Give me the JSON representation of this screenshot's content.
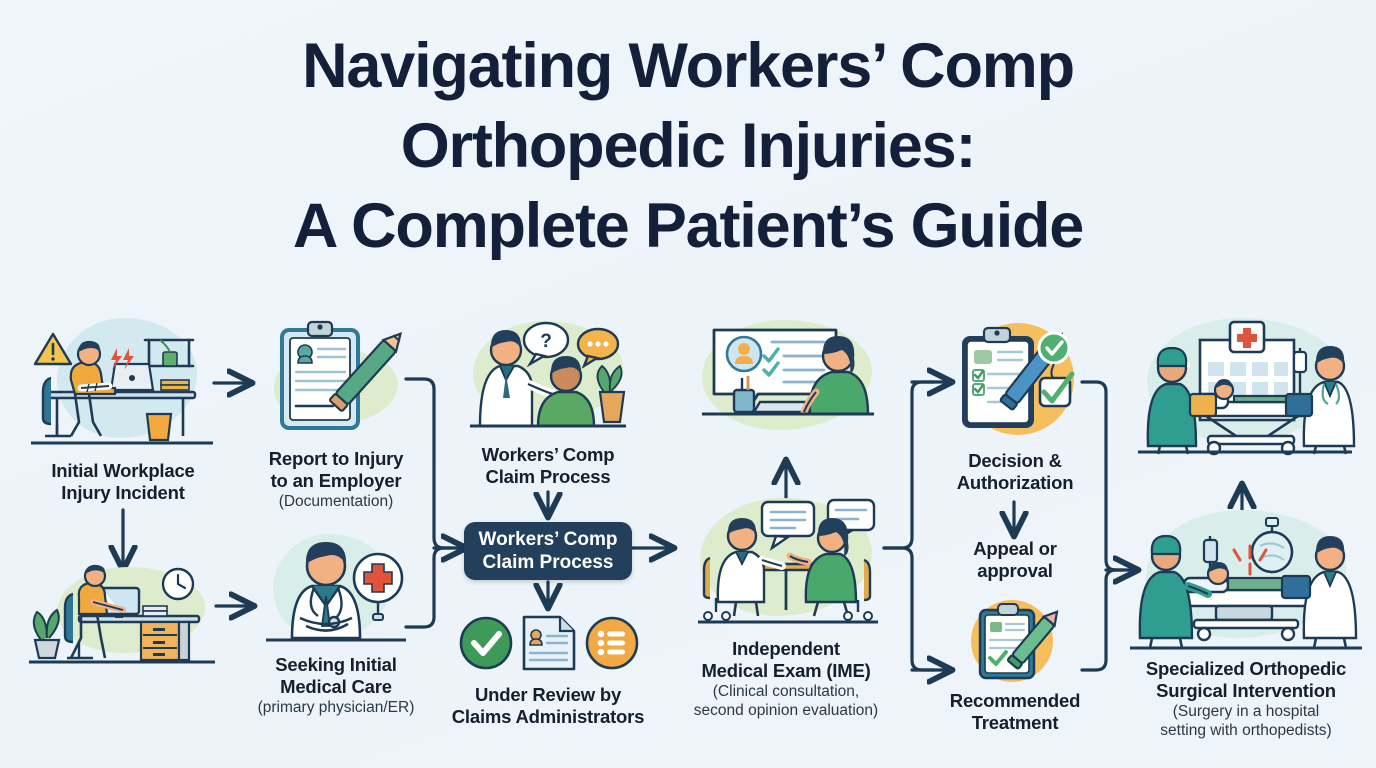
{
  "title": {
    "line1": "Navigating Workers’ Comp",
    "line2": "Orthopedic Injuries:",
    "line3": "A Complete Patient’s Guide"
  },
  "colors": {
    "background": "#eef5fa",
    "title_text": "#14203a",
    "label_text": "#15202e",
    "sublabel_text": "#2b3845",
    "connector": "#1d3b55",
    "pill_background": "#22405c",
    "pill_text": "#ffffff",
    "blob_green": "#ddeccd",
    "blob_mint": "#d8eee9",
    "blob_blue": "#d2e9ef",
    "blob_amber": "#f6bf5d",
    "accent_green": "#3d9a58",
    "accent_orange": "#f0a945",
    "accent_red": "#e0543c",
    "accent_teal": "#2e9c93",
    "scrub_teal": "#2f9e91",
    "coat_white": "#ffffff",
    "skin": "#f2b183",
    "shirt_orange": "#f0a93c",
    "shirt_green": "#4fa86a"
  },
  "nodes": {
    "injury_incident": {
      "label": "Initial Workplace\nInjury Incident",
      "label_line1": "Initial Workplace",
      "label_line2": "Injury Incident",
      "sublabel": "",
      "icons": [
        "warning-triangle-icon",
        "lightning-pain-icon",
        "laptop-icon",
        "desk-icon",
        "office-chair-icon"
      ]
    },
    "workstation": {
      "label": "",
      "sublabel": "",
      "icons": [
        "desk-icon",
        "monitor-icon",
        "clock-icon",
        "potted-plant-icon",
        "drawer-cabinet-icon"
      ]
    },
    "report_employer": {
      "label_line1": "Report to Injury",
      "label_line2": "to an Employer",
      "sublabel": "(Documentation)",
      "icons": [
        "clipboard-icon",
        "pencil-icon",
        "person-record-icon"
      ]
    },
    "initial_care": {
      "label_line1": "Seeking Initial",
      "label_line2": "Medical Care",
      "sublabel": "(primary physician/ER)",
      "icons": [
        "doctor-icon",
        "stethoscope-icon",
        "medical-cross-icon"
      ]
    },
    "claim_process_top": {
      "label_line1": "Workers’ Comp",
      "label_line2": "Claim Process",
      "sublabel": "",
      "icons": [
        "doctor-icon",
        "patient-icon",
        "question-bubble-icon",
        "chat-bubble-icon",
        "potted-plant-icon"
      ]
    },
    "claim_process_pill": {
      "label_line1": "Workers’ Comp",
      "label_line2": "Claim Process"
    },
    "under_review": {
      "label_line1": "Under Review by",
      "label_line2": "Claims Administrators",
      "sublabel": "",
      "icons": [
        "check-circle-icon",
        "document-person-icon",
        "list-circle-icon"
      ]
    },
    "claim_review_screen": {
      "label": "",
      "sublabel": "",
      "icons": [
        "profile-card-icon",
        "checklist-icon",
        "person-icon",
        "desk-lamp-icon"
      ]
    },
    "ime": {
      "label_line1": "Independent",
      "label_line2": "Medical Exam (IME)",
      "sublabel_line1": "(Clinical consultation,",
      "sublabel_line2": "second opinion evaluation)",
      "icons": [
        "doctor-icon",
        "patient-icon",
        "chat-bubble-icon",
        "table-icon"
      ]
    },
    "decision_auth": {
      "label_line1": "Decision &",
      "label_line2": "Authorization",
      "sublabel": "",
      "icons": [
        "clipboard-icon",
        "pencil-icon",
        "check-circle-icon",
        "check-box-icon"
      ]
    },
    "appeal_approval": {
      "label_line1": "Appeal or",
      "label_line2": "approval",
      "sublabel": ""
    },
    "recommended_treatment": {
      "label_line1": "Recommended",
      "label_line2": "Treatment",
      "sublabel": "",
      "icons": [
        "clipboard-icon",
        "pencil-icon",
        "check-icon"
      ]
    },
    "hospital_care": {
      "label": "",
      "sublabel": "",
      "icons": [
        "hospital-building-icon",
        "medical-cross-icon",
        "gurney-icon",
        "nurse-icon",
        "doctor-icon",
        "iv-drip-icon"
      ]
    },
    "surgery": {
      "label_line1": "Specialized Orthopedic",
      "label_line2": "Surgical Intervention",
      "sublabel_line1": "(Surgery in a hospital",
      "sublabel_line2": "setting with orthopedists)",
      "icons": [
        "surgeon-icon",
        "patient-bed-icon",
        "iv-drip-icon",
        "surgical-lamp-icon",
        "doctor-tablet-icon",
        "pain-spark-icon"
      ]
    }
  },
  "flow": {
    "steps_order": [
      "injury_incident",
      "workstation",
      "report_employer",
      "initial_care",
      "claim_process_top",
      "claim_process_pill",
      "under_review",
      "claim_review_screen",
      "ime",
      "decision_auth",
      "appeal_approval",
      "recommended_treatment",
      "hospital_care",
      "surgery"
    ],
    "connector_types": [
      "arrow-right",
      "arrow-down",
      "arrow-up",
      "merge-bracket",
      "split-bracket"
    ]
  }
}
